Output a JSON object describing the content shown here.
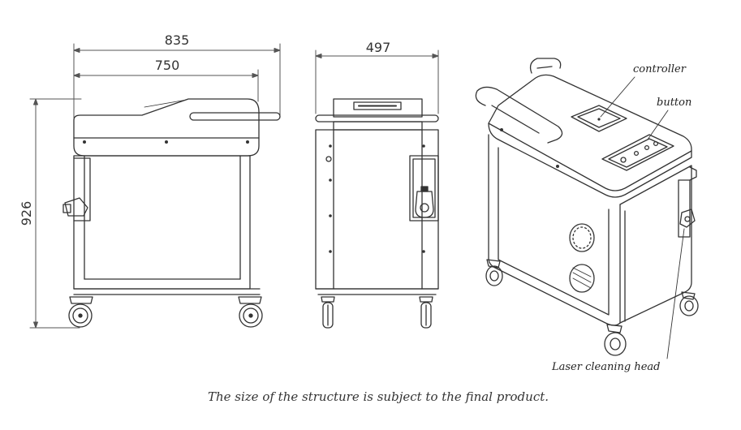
{
  "dimensions": {
    "overall_length": "835",
    "body_length": "750",
    "height": "926",
    "width": "497"
  },
  "labels": {
    "controller": "controller",
    "button": "button",
    "laser_head": "Laser cleaning head"
  },
  "caption": "The size of the structure is subject to the final product.",
  "colors": {
    "line": "#333333",
    "dim_line": "#555555",
    "text": "#222222"
  }
}
